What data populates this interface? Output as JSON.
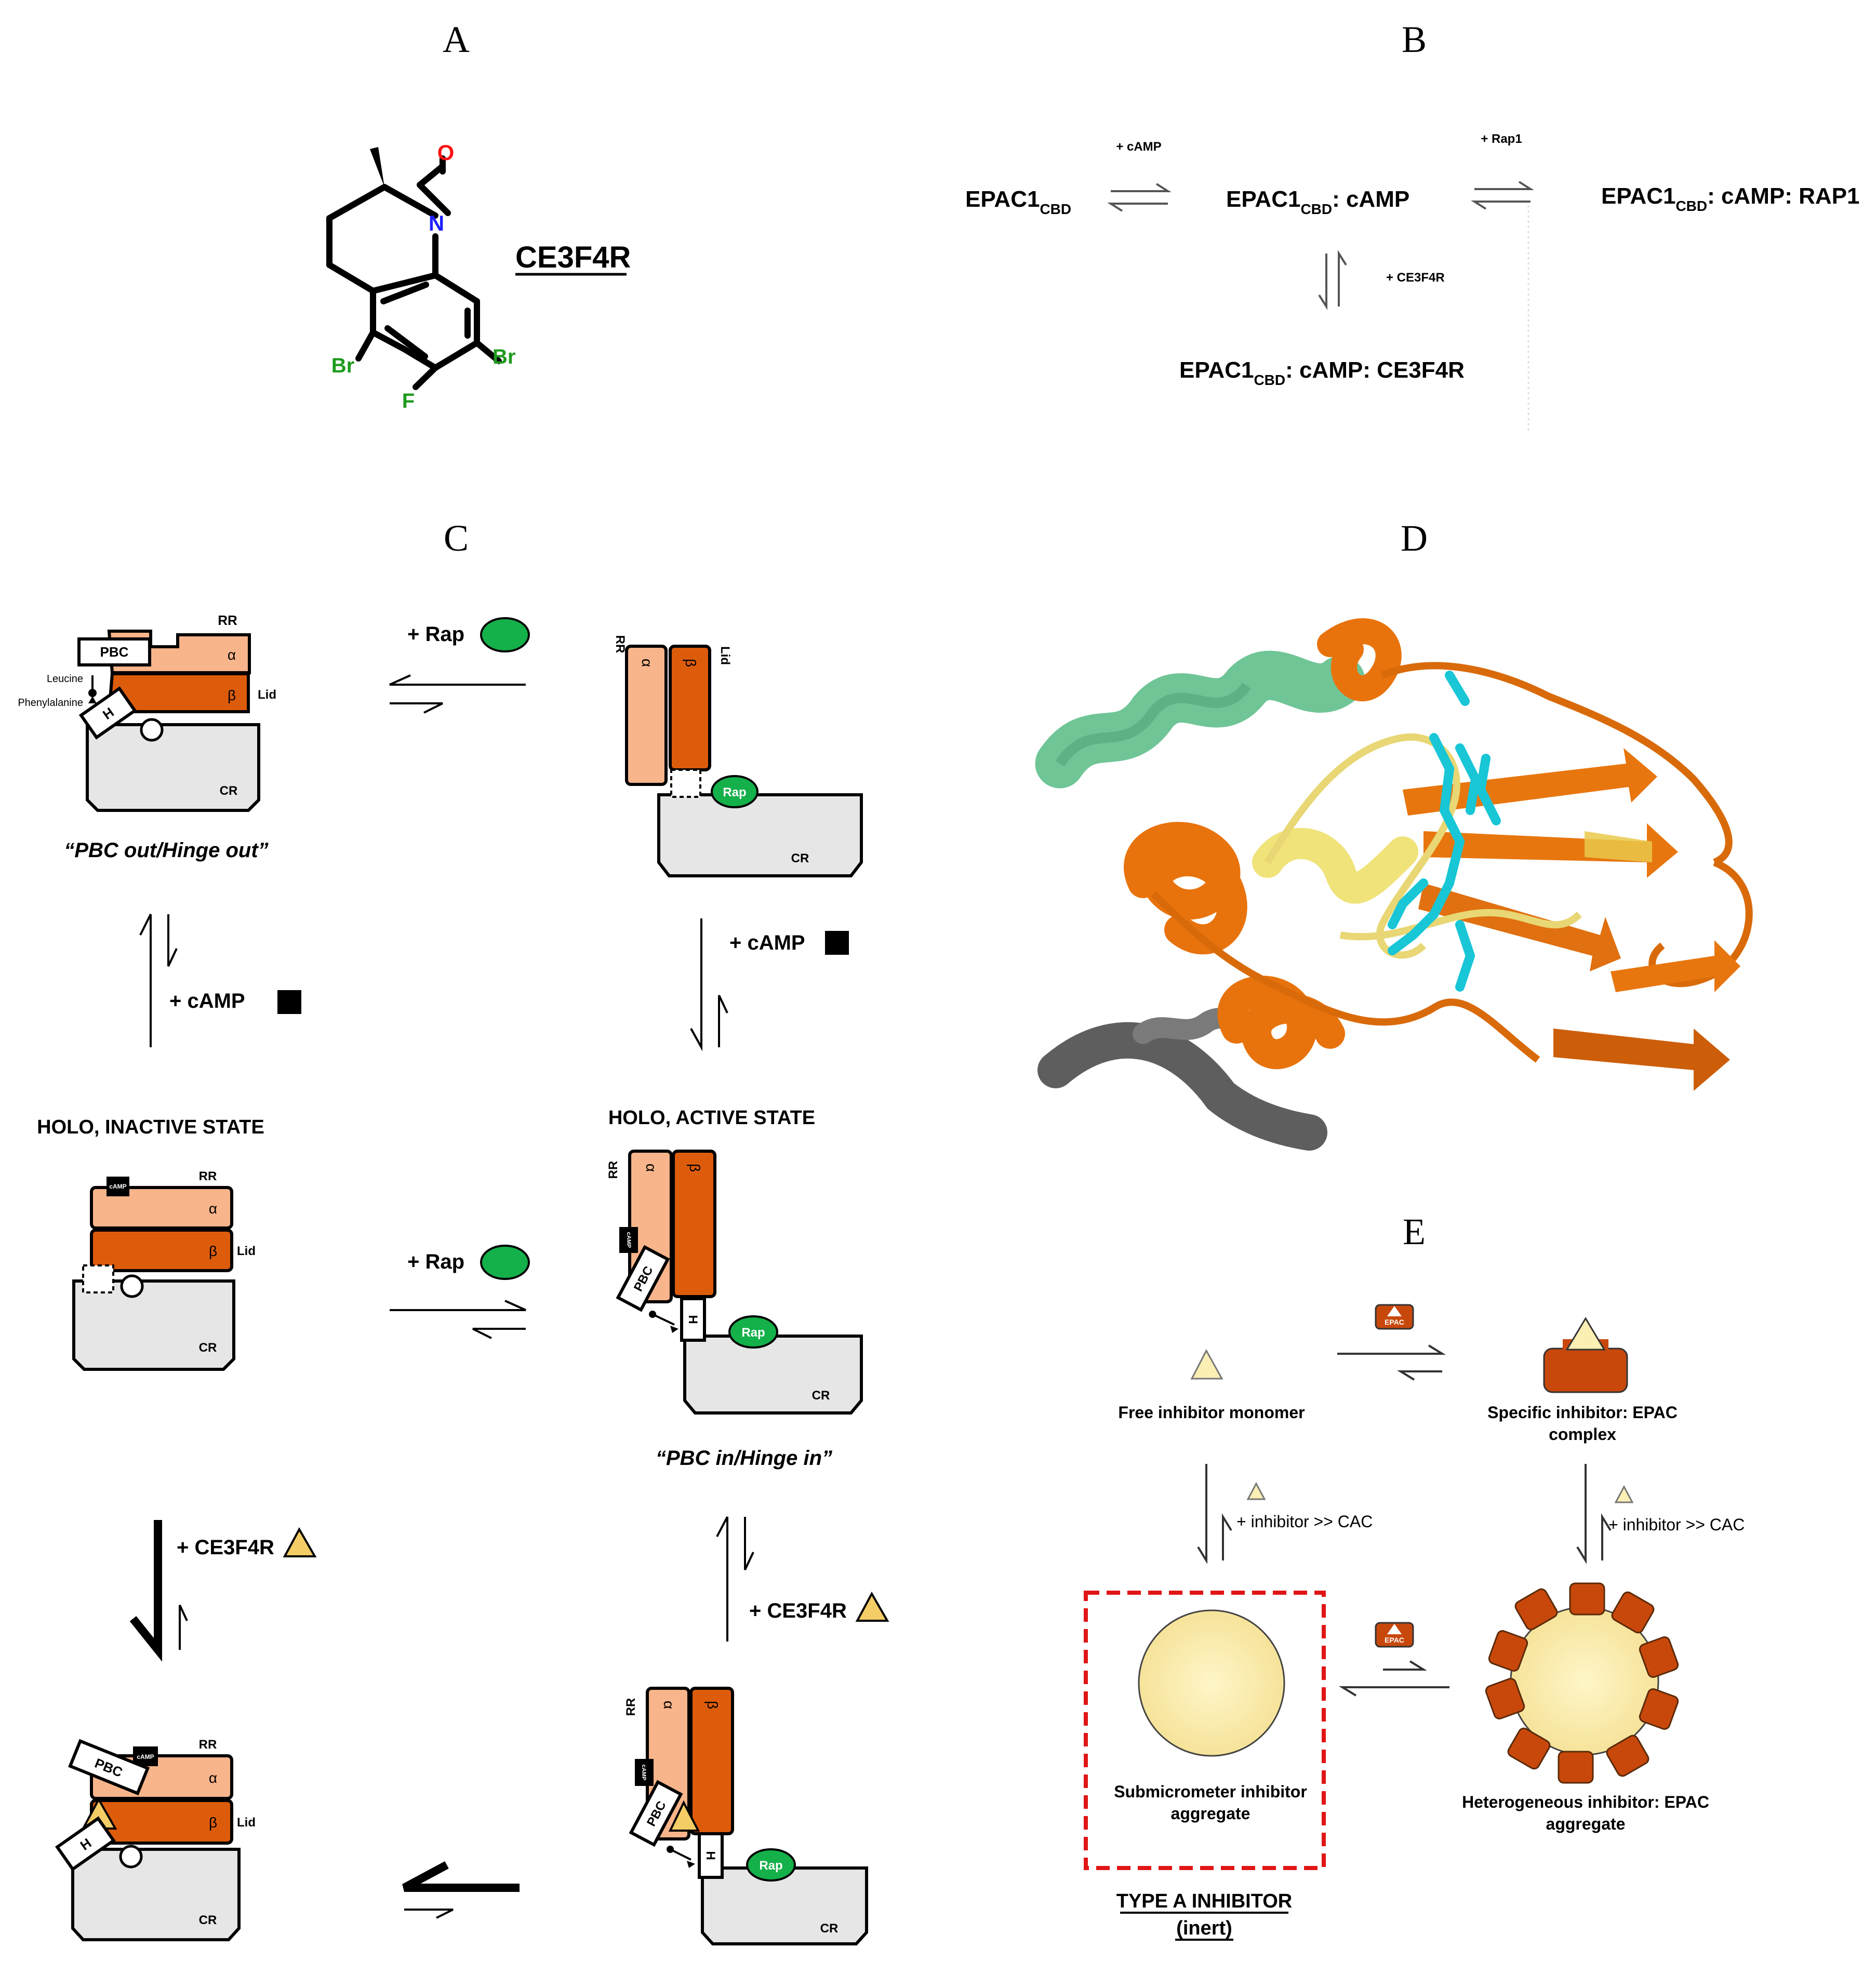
{
  "panels": {
    "a": "A",
    "b": "B",
    "c": "C",
    "d": "D",
    "e": "E"
  },
  "panel_a": {
    "compound_name": "CE3F4R",
    "atoms": {
      "oxygen": "O",
      "nitrogen": "N",
      "br_left": "Br",
      "br_right": "Br",
      "fluorine": "F"
    }
  },
  "panel_b": {
    "species1": "EPAC1",
    "species2": "EPAC1",
    "species2_suffix": ": cAMP",
    "species3": "EPAC1",
    "species3_suffix": ": cAMP: RAP1",
    "species4": "EPAC1",
    "species4_suffix": ": cAMP: CE3F4R",
    "subscript": "CBD",
    "arrow1_label": "+ cAMP",
    "arrow2_label": "+ Rap1",
    "arrow3_label": "+ CE3F4R"
  },
  "panel_c": {
    "labels": {
      "rr": "RR",
      "lid": "Lid",
      "cr": "CR",
      "alpha": "α",
      "beta": "β",
      "pbc": "PBC",
      "hinge": "H",
      "rap": "Rap",
      "camp_small": "cAMP",
      "leucine": "Leucine",
      "phenylalanine": "Phenylalanine"
    },
    "state_pbc_out": "“PBC out/Hinge out”",
    "state_pbc_in": "“PBC in/Hinge in”",
    "holo_inactive": "HOLO, INACTIVE STATE",
    "holo_active": "HOLO, ACTIVE STATE",
    "plus_rap_top": "+ Rap",
    "plus_rap_mid": "+ Rap",
    "plus_camp_left": "+ cAMP",
    "plus_camp_right": "+ cAMP",
    "plus_ce_left": "+ CE3F4R",
    "plus_ce_right": "+ CE3F4R"
  },
  "panel_e": {
    "free_monomer": "Free inhibitor monomer",
    "specific_line1": "Specific inhibitor: EPAC",
    "specific_line2": "complex",
    "inhibitor_cac_left": "+ inhibitor >> CAC",
    "inhibitor_cac_right": "+ inhibitor >> CAC",
    "submicro_line1": "Submicrometer inhibitor",
    "submicro_line2": "aggregate",
    "hetero_line1": "Heterogeneous inhibitor: EPAC",
    "hetero_line2": "aggregate",
    "type_a_line1": "TYPE A INHIBITOR",
    "type_a_line2": "(inert)",
    "epac_chip": "EPAC"
  },
  "colors": {
    "alpha_light": "#f8b48a",
    "beta_dark": "#dd5c0c",
    "rap_green": "#14b04a",
    "cr_gray": "#e6e6e6",
    "triangle": "#f4cd66",
    "heteroatom_n": "#2020ff",
    "heteroatom_o": "#ff1010",
    "halogen": "#1e9a1e",
    "epac_box": "#c8480c",
    "aggregate_fill": "#fbefb4",
    "dash_red": "#e01616"
  }
}
